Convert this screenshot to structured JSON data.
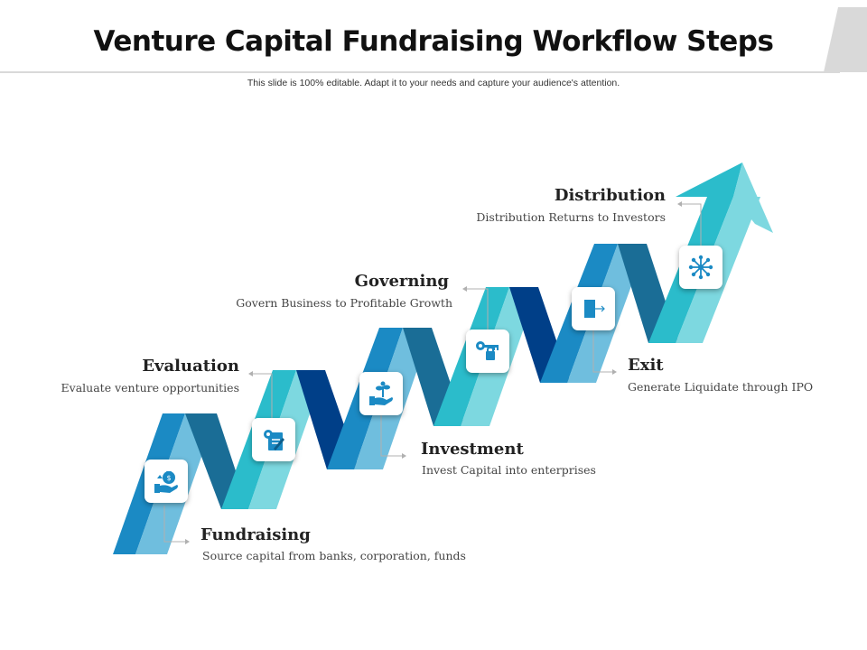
{
  "header": {
    "title": "Venture Capital Fundraising Workflow Steps",
    "subtitle": "This slide is 100% editable. Adapt it to your needs and capture your audience's attention."
  },
  "steps": [
    {
      "title": "Fundraising",
      "desc": "Source capital from banks, corporation, funds",
      "icon": "money-bag-hand-icon"
    },
    {
      "title": "Evaluation",
      "desc": "Evaluate venture opportunities",
      "icon": "document-gear-icon"
    },
    {
      "title": "Investment",
      "desc": "Invest Capital into enterprises",
      "icon": "plant-hand-icon"
    },
    {
      "title": "Governing",
      "desc": "Govern Business to Profitable Growth",
      "icon": "key-lock-icon"
    },
    {
      "title": "Exit",
      "desc": "Generate Liquidate through IPO",
      "icon": "exit-door-icon"
    },
    {
      "title": "Distribution",
      "desc": "Distribution Returns to Investors",
      "icon": "network-nodes-icon"
    }
  ],
  "colors": {
    "blue": "#1b8ac4",
    "light_blue": "#6fbede",
    "teal": "#2bbccb",
    "light_teal": "#7dd8e0",
    "dark_blue": "#1a6d96",
    "navy": "#003f88",
    "icon_color": "#1b8ac4"
  }
}
